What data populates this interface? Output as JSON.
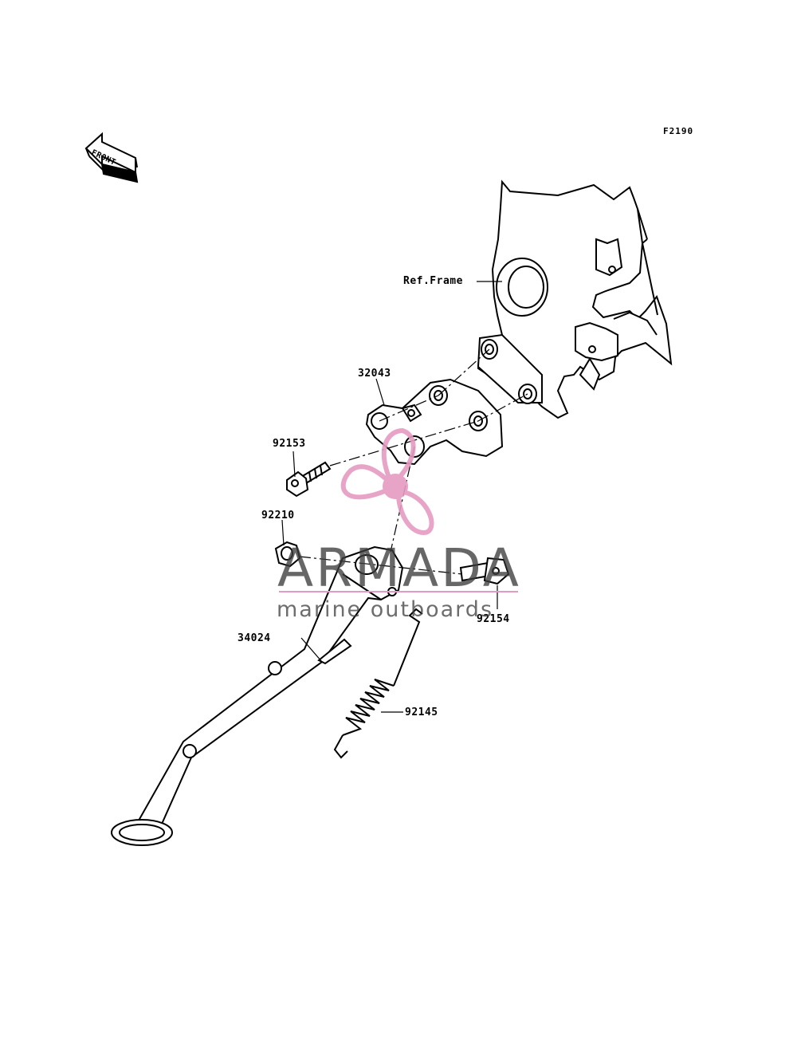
{
  "diagram": {
    "code": "F2190",
    "front_label": "FRONT",
    "ref_frame_label": "Ref.Frame",
    "parts": {
      "bracket": "32043",
      "bolt_upper": "92153",
      "nut": "92210",
      "bolt_pivot": "92154",
      "side_stand": "34024",
      "spring": "92145"
    }
  },
  "watermark": {
    "brand": "ARMADA",
    "tagline": "marine outboards",
    "color": "#e59bc1"
  }
}
